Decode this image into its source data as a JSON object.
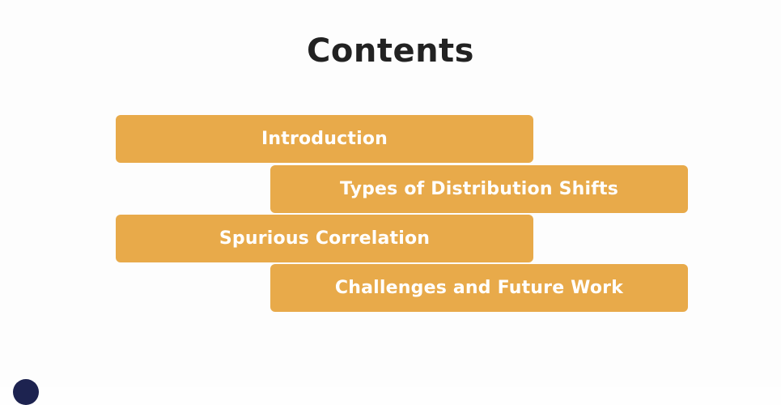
{
  "slide": {
    "title": "Contents",
    "accent_color": "#e8aa4a",
    "text_color": "#ffffff",
    "items": [
      {
        "label": "Introduction"
      },
      {
        "label": "Types of Distribution Shifts"
      },
      {
        "label": "Spurious Correlation"
      },
      {
        "label": "Challenges and Future Work"
      }
    ]
  }
}
